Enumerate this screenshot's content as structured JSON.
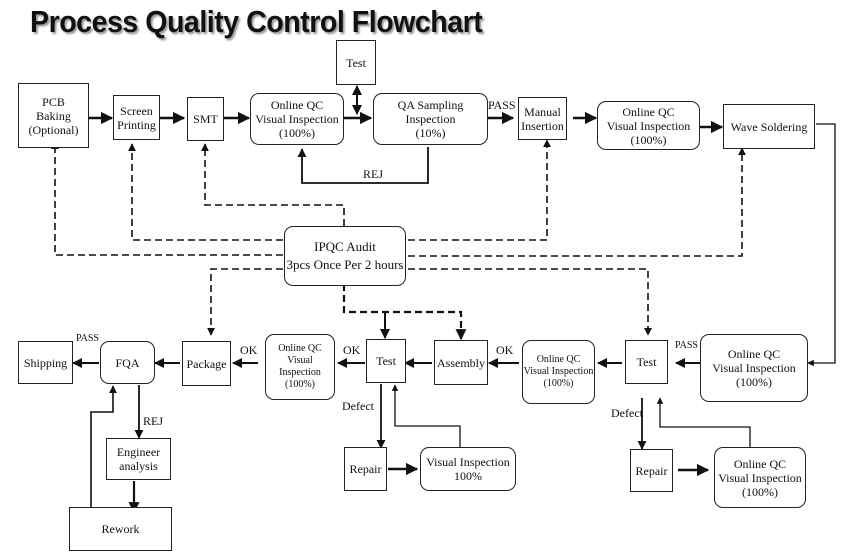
{
  "title": "Process Quality Control Flowchart",
  "nodes": {
    "pcb_baking": "PCB\nBaking\n(Optional)",
    "screen_printing": "Screen\nPrinting",
    "smt": "SMT",
    "online_qc_1": "Online QC\nVisual Inspection\n(100%)",
    "test_top": "Test",
    "qa_sampling": "QA Sampling\nInspection\n(10%)",
    "manual_insertion": "Manual\nInsertion",
    "online_qc_2": "Online QC\nVisual Inspection\n(100%)",
    "wave_soldering": "Wave Soldering",
    "ipqc_audit": "IPQC Audit\n3pcs Once Per 2 hours",
    "online_qc_3": "Online QC\nVisual Inspection\n(100%)",
    "test_right": "Test",
    "online_qc_4": "Online QC\nVisual Inspection\n(100%)",
    "assembly": "Assembly",
    "test_mid": "Test",
    "online_qc_5": "Online QC\nVisual Inspection\n(100%)",
    "package": "Package",
    "fqa": "FQA",
    "shipping": "Shipping",
    "engineer_analysis": "Engineer\nanalysis",
    "rework": "Rework",
    "repair_mid": "Repair",
    "visual_inspection_mid": "Visual Inspection\n100%",
    "repair_right": "Repair",
    "online_qc_6": "Online QC\nVisual Inspection\n(100%)"
  },
  "labels": {
    "pass_top": "PASS",
    "rej_top": "REJ",
    "pass_right": "PASS",
    "ok_assembly": "OK",
    "ok_test_mid": "OK",
    "ok_package": "OK",
    "pass_shipping": "PASS",
    "rej_fqa": "REJ",
    "defect_mid": "Defect",
    "defect_right": "Defect"
  }
}
